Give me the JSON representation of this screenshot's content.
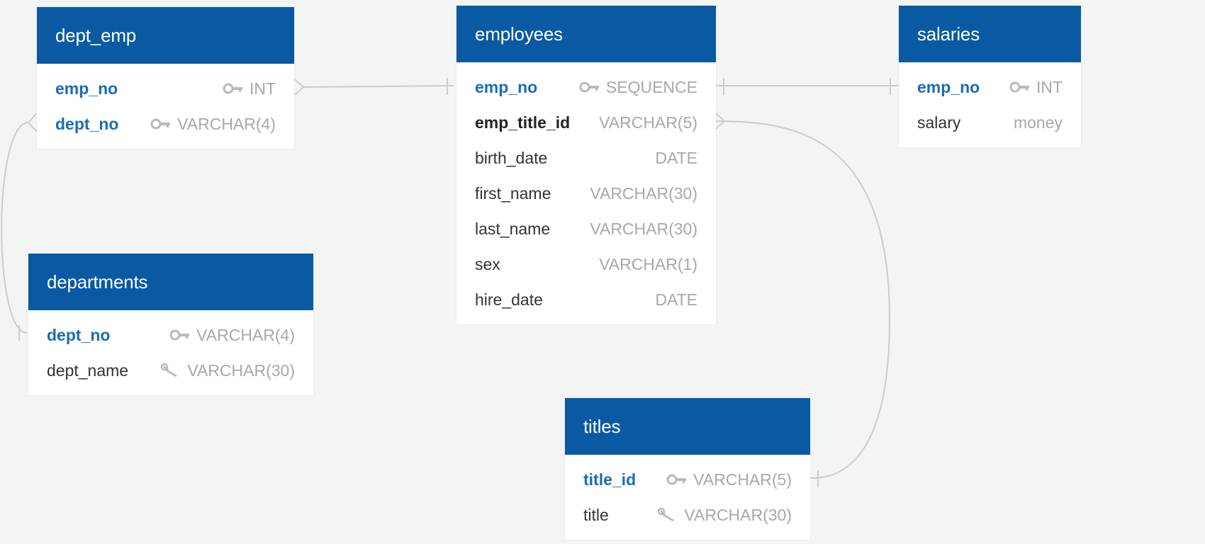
{
  "colors": {
    "header": "#0a5aa3",
    "primary_key_text": "#1b6cb5",
    "type_text": "#a8a8a8",
    "background": "#f3f5f5",
    "link": "#c9cdcd"
  },
  "tables": {
    "dept_emp": {
      "title": "dept_emp",
      "columns": [
        {
          "name": "emp_no",
          "type": "INT",
          "icon": "key-icon"
        },
        {
          "name": "dept_no",
          "type": "VARCHAR(4)",
          "icon": "key-icon"
        }
      ]
    },
    "employees": {
      "title": "employees",
      "columns": [
        {
          "name": "emp_no",
          "type": "SEQUENCE",
          "icon": "key-icon"
        },
        {
          "name": "emp_title_id",
          "type": "VARCHAR(5)",
          "icon": ""
        },
        {
          "name": "birth_date",
          "type": "DATE",
          "icon": ""
        },
        {
          "name": "first_name",
          "type": "VARCHAR(30)",
          "icon": ""
        },
        {
          "name": "last_name",
          "type": "VARCHAR(30)",
          "icon": ""
        },
        {
          "name": "sex",
          "type": "VARCHAR(1)",
          "icon": ""
        },
        {
          "name": "hire_date",
          "type": "DATE",
          "icon": ""
        }
      ]
    },
    "salaries": {
      "title": "salaries",
      "columns": [
        {
          "name": "emp_no",
          "type": "INT",
          "icon": "key-icon"
        },
        {
          "name": "salary",
          "type": "money",
          "icon": ""
        }
      ]
    },
    "departments": {
      "title": "departments",
      "columns": [
        {
          "name": "dept_no",
          "type": "VARCHAR(4)",
          "icon": "key-icon"
        },
        {
          "name": "dept_name",
          "type": "VARCHAR(30)",
          "icon": "wrench-icon"
        }
      ]
    },
    "titles": {
      "title": "titles",
      "columns": [
        {
          "name": "title_id",
          "type": "VARCHAR(5)",
          "icon": "key-icon"
        },
        {
          "name": "title",
          "type": "VARCHAR(30)",
          "icon": "wrench-icon"
        }
      ]
    }
  }
}
